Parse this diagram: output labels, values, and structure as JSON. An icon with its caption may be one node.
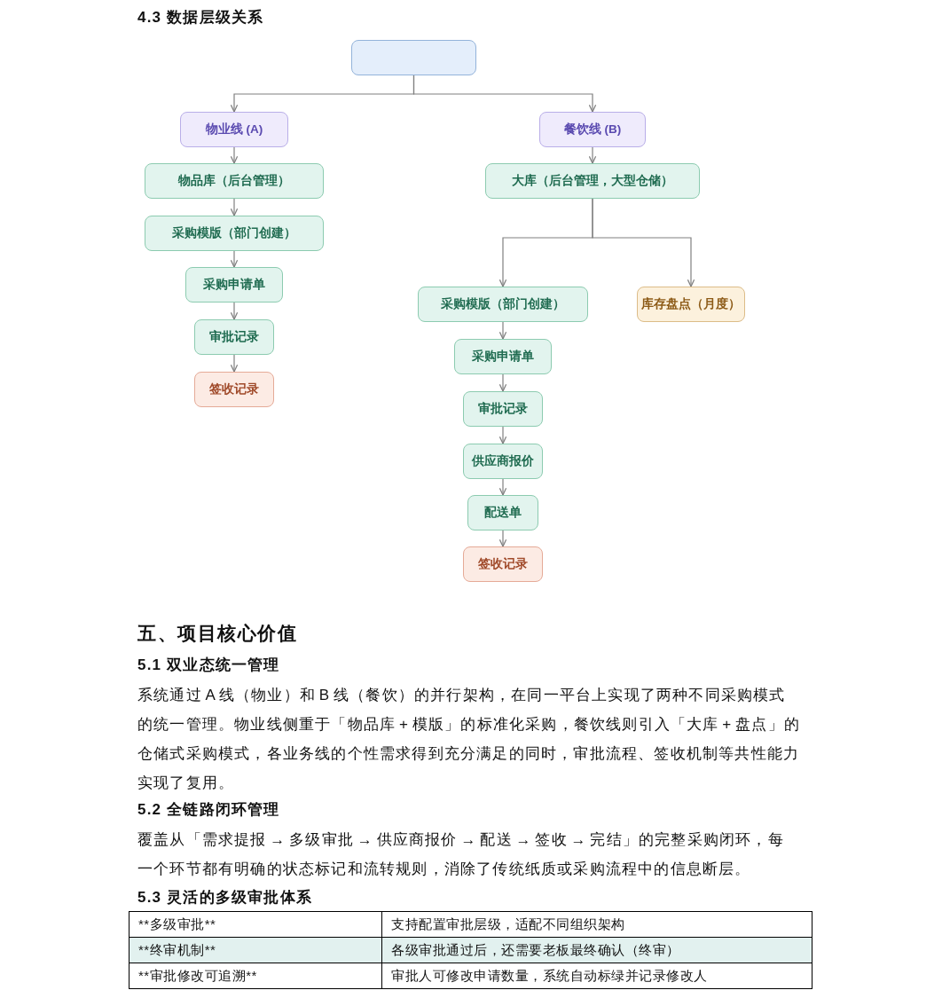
{
  "diagram": {
    "title": "4.3 数据层级关系",
    "nodes": [
      {
        "text": [],
        "shape": "box"
      },
      {
        "text": [
          "物业线 (A)"
        ]
      },
      {
        "text": [
          "物品库（后台管理）"
        ]
      },
      {
        "text": [
          "采购模版（部门创建）"
        ]
      },
      {
        "text": [
          "采购申请单"
        ]
      },
      {
        "text": [
          "审批记录"
        ]
      },
      {
        "text": [
          "签收记录"
        ]
      },
      {
        "text": [
          "餐饮线 (B)"
        ]
      },
      {
        "text": [
          "大库（后台管理，大型仓储）"
        ]
      },
      {
        "text": [
          "采购模版（部门创建）"
        ]
      },
      {
        "text": [
          "库存盘点（月度）"
        ]
      },
      {
        "text": [
          "采购申请单"
        ]
      },
      {
        "text": [
          "审批记录"
        ]
      },
      {
        "text": [
          "供应商报价"
        ]
      },
      {
        "text": [
          "配送单"
        ]
      },
      {
        "text": [
          "签收记录"
        ]
      }
    ],
    "edges": [
      {
        "from": 0,
        "to": 1,
        "arrow": "to"
      },
      {
        "from": 0,
        "to": 7,
        "arrow": "to"
      },
      {
        "from": 1,
        "to": 2,
        "arrow": "to"
      },
      {
        "from": 2,
        "to": 3,
        "arrow": "to"
      },
      {
        "from": 3,
        "to": 4,
        "arrow": "to"
      },
      {
        "from": 4,
        "to": 5,
        "arrow": "to"
      },
      {
        "from": 5,
        "to": 6,
        "arrow": "to"
      },
      {
        "from": 7,
        "to": 8,
        "arrow": "to"
      },
      {
        "from": 8,
        "to": 9,
        "arrow": "to"
      },
      {
        "from": 8,
        "to": 10,
        "arrow": "to"
      },
      {
        "from": 9,
        "to": 11,
        "arrow": "to"
      },
      {
        "from": 11,
        "to": 12,
        "arrow": "to"
      },
      {
        "from": 12,
        "to": 13,
        "arrow": "to"
      },
      {
        "from": 13,
        "to": 14,
        "arrow": "to"
      },
      {
        "from": 14,
        "to": 15,
        "arrow": "to"
      }
    ],
    "labels": [
      "五、项目核心价值",
      "5.1 双业态统一管理",
      "系统通过 A 线（物业）和 B 线（餐饮）的并行架构，在同一平台上实现了两种不同采购模式的统一管理。物业线侧重于「物品库 + 模版」的标准化采购，餐饮线则引入「大库 + 盘点」的仓储式采购模式，各业务线的个性需求得到充分满足的同时，审批流程、签收机制等共性能力实现了复用。",
      "5.2 全链路闭环管理",
      "覆盖从「需求提报 → 多级审批 → 供应商报价 → 配送 → 签收 → 完结」的完整采购闭环，每一个环节都有明确的状态标记和流转规则，消除了传统纸质或采购流程中的信息断层。",
      "5.3 灵活的多级审批体系",
      "**多级审批**",
      "支持配置审批层级，适配不同组织架构",
      "**终审机制**",
      "各级审批通过后，还需要老板最终确认（终审）",
      "**审批修改可追溯**",
      "审批人可修改申请数量，系统自动标绿并记录修改人"
    ]
  }
}
